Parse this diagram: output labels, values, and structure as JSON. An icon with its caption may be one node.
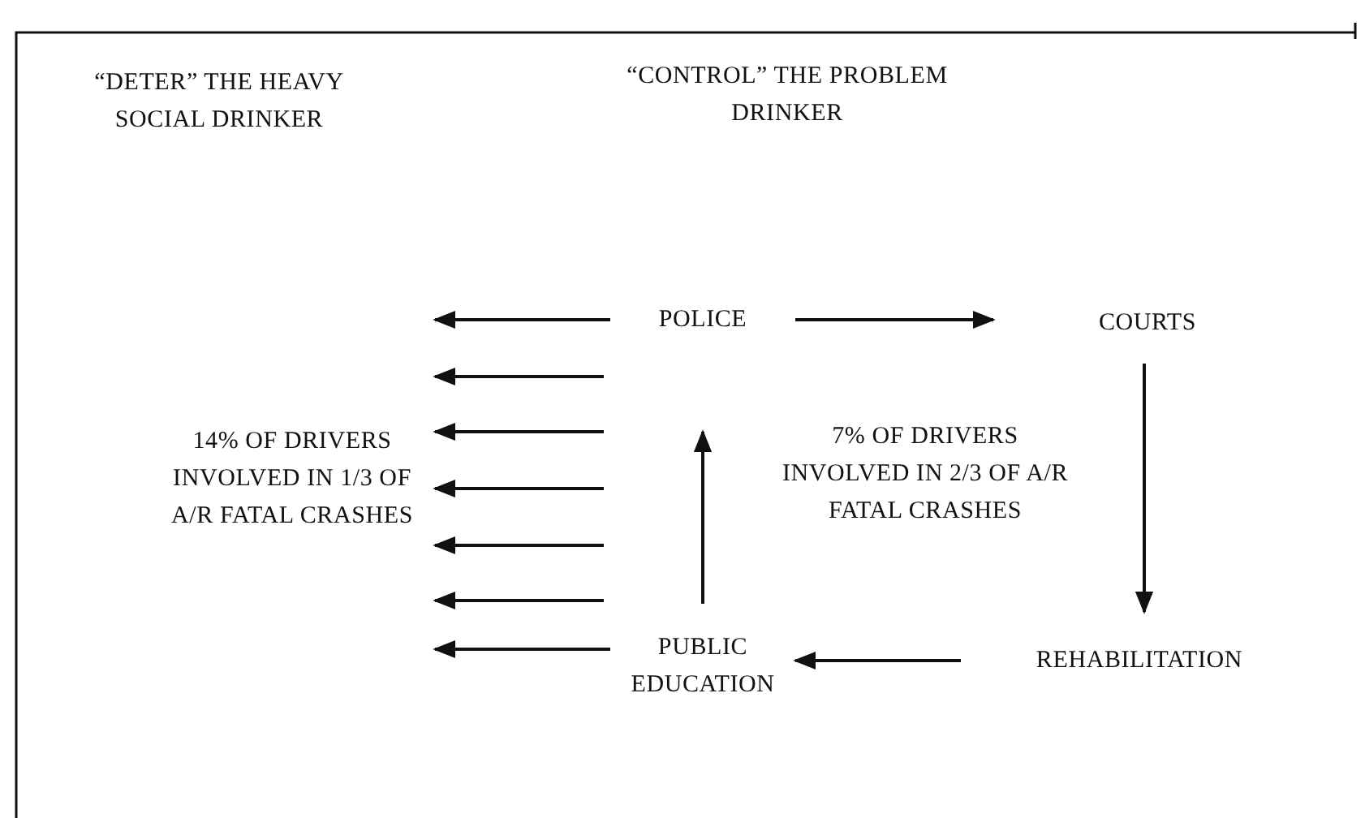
{
  "diagram": {
    "nodes": [
      {
        "text": [
          "POLICE"
        ]
      },
      {
        "text": [
          "COURTS"
        ]
      },
      {
        "text": [
          "REHABILITATION"
        ]
      },
      {
        "text": [
          "PUBLIC EDUCATION"
        ]
      },
      {
        "text": [
          "14% OF DRIVERS INVOLVED IN 1/3 OF A/R FATAL CRASHES"
        ]
      }
    ],
    "edges": [
      {
        "from": 0,
        "to": 1,
        "arrow": "to"
      },
      {
        "from": 1,
        "to": 2,
        "arrow": "to"
      },
      {
        "from": 2,
        "to": 3,
        "arrow": "to"
      },
      {
        "from": 3,
        "to": 0,
        "arrow": "to"
      },
      {
        "from": 0,
        "to": 4,
        "arrow": "to"
      },
      {
        "from": null,
        "to": 4,
        "arrow": "to"
      },
      {
        "from": null,
        "to": 4,
        "arrow": "to"
      },
      {
        "from": null,
        "to": 4,
        "arrow": "to"
      },
      {
        "from": null,
        "to": 4,
        "arrow": "to"
      },
      {
        "from": null,
        "to": 4,
        "arrow": "to"
      },
      {
        "from": 3,
        "to": 4,
        "arrow": "to"
      }
    ],
    "labels": [
      "“DETER” THE HEAVY SOCIAL DRINKER",
      "“CONTROL” THE PROBLEM DRINKER",
      "7% OF DRIVERS INVOLVED IN 2/3 OF A/R FATAL CRASHES"
    ]
  }
}
